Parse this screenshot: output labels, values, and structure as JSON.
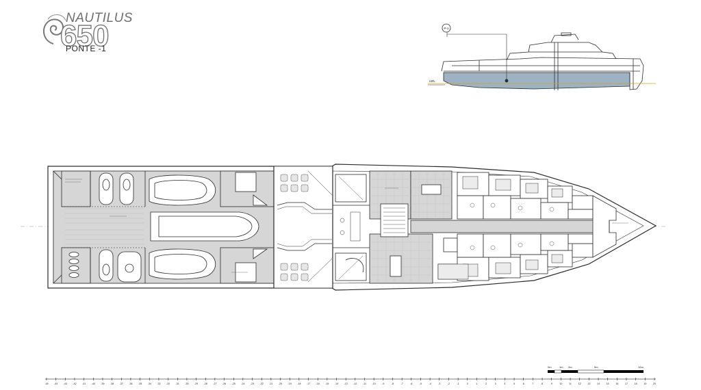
{
  "header": {
    "brand_name": "NAUTILUS",
    "model_number": "650",
    "deck_label": "PONTE -1"
  },
  "profile": {
    "callout_marker": "P-1",
    "waterline_label": "LWL"
  },
  "scale_bar": {
    "labels": [
      "0m",
      "1m",
      "2m",
      "5m",
      "10m"
    ]
  },
  "ruler": {
    "ticks": [
      "-45",
      "-44",
      "-43",
      "-42",
      "-41",
      "-40",
      "-39",
      "-38",
      "-37",
      "-36",
      "-35",
      "-34",
      "-33",
      "-32",
      "-31",
      "-30",
      "-29",
      "-28",
      "-27",
      "-26",
      "-25",
      "-24",
      "-23",
      "-22",
      "-21",
      "-20",
      "-19",
      "-18",
      "-17",
      "-16",
      "-15",
      "-14",
      "-13",
      "-12",
      "-11",
      "-10",
      "-9",
      "-8",
      "-7",
      "-6",
      "-5",
      "-4",
      "-3",
      "-2",
      "-1",
      "0",
      "1",
      "2",
      "3",
      "4",
      "5",
      "6",
      "7",
      "8",
      "9",
      "10",
      "11",
      "12",
      "13",
      "14",
      "15",
      "16",
      "17",
      "18",
      "19",
      "20"
    ]
  },
  "colors": {
    "line": "#2a2a2a",
    "tinted_area": "#d6d6d6",
    "hull_blue": "#9db3c4",
    "waterline": "#d4a017"
  }
}
